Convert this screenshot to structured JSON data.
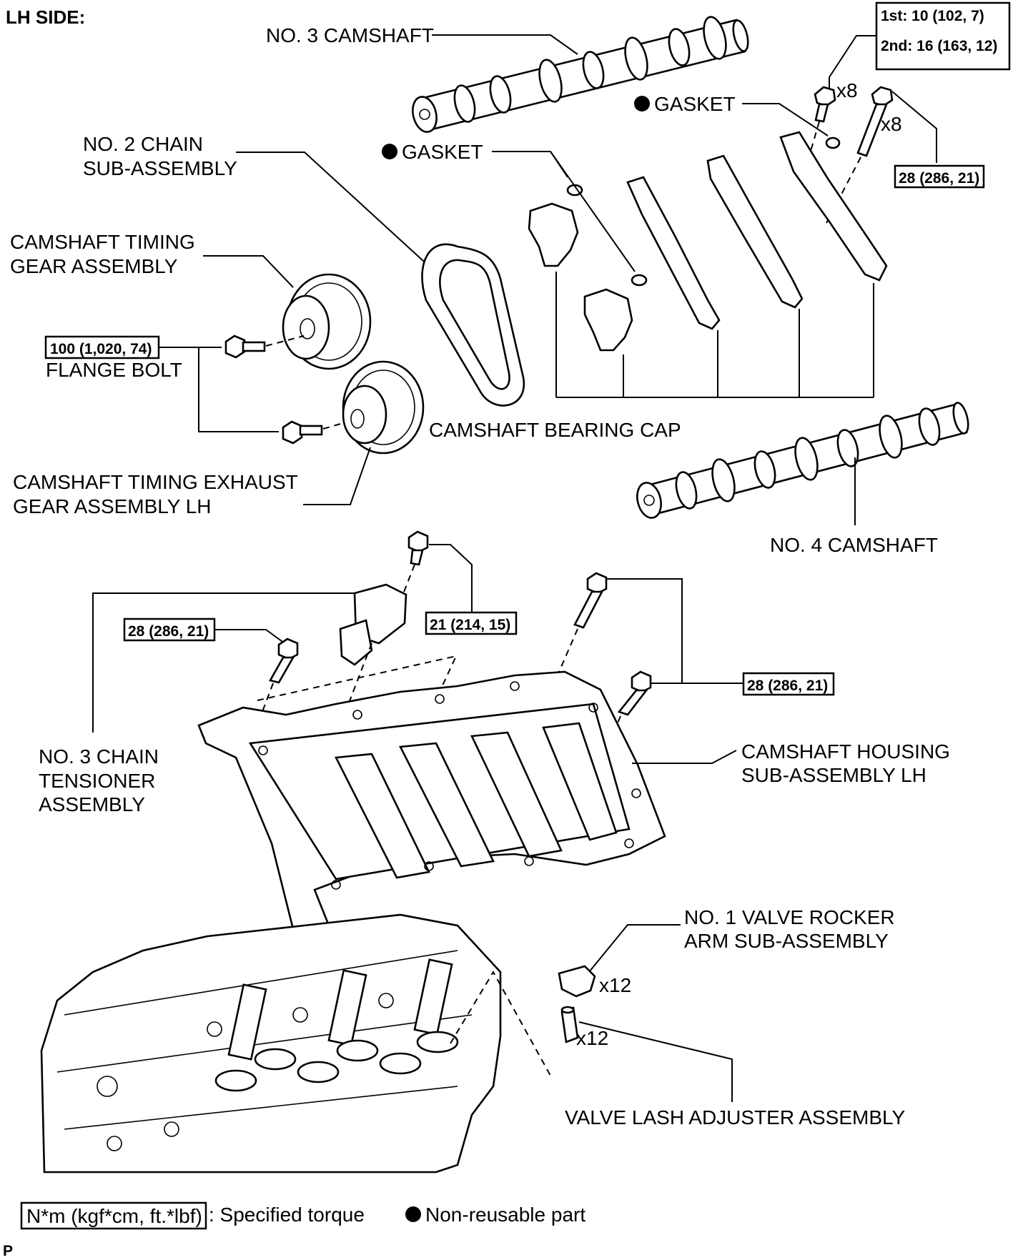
{
  "title": "LH SIDE:",
  "labels": {
    "no3_camshaft": "NO. 3 CAMSHAFT",
    "gasket_upper": "GASKET",
    "gasket_lower": "GASKET",
    "no2_chain_1": "NO. 2 CHAIN",
    "no2_chain_2": "SUB-ASSEMBLY",
    "timing_gear_1": "CAMSHAFT TIMING",
    "timing_gear_2": "GEAR ASSEMBLY",
    "flange_bolt": "FLANGE BOLT",
    "bearing_cap": "CAMSHAFT BEARING CAP",
    "exhaust_gear_1": "CAMSHAFT TIMING EXHAUST",
    "exhaust_gear_2": "GEAR ASSEMBLY LH",
    "no4_camshaft": "NO. 4 CAMSHAFT",
    "tensioner_1": "NO. 3 CHAIN",
    "tensioner_2": "TENSIONER",
    "tensioner_3": "ASSEMBLY",
    "housing_1": "CAMSHAFT HOUSING",
    "housing_2": "SUB-ASSEMBLY LH",
    "rocker_1": "NO. 1 VALVE ROCKER",
    "rocker_2": "ARM SUB-ASSEMBLY",
    "lash_adjuster": "VALVE LASH ADJUSTER ASSEMBLY"
  },
  "quantities": {
    "cap_bolts_a": "x8",
    "cap_bolts_b": "x8",
    "rocker_arms": "x12",
    "lash_adjusters": "x12"
  },
  "torques": {
    "cap_bolt_first": "1st: 10 (102, 7)",
    "cap_bolt_second": "2nd: 16 (163, 12)",
    "cap_bolt_b": "28 (286, 21)",
    "flange_bolt": "100 (1,020, 74)",
    "tensioner_bolt": "21 (214, 15)",
    "housing_bolt_left": "28 (286, 21)",
    "housing_bolt_right": "28 (286, 21)"
  },
  "legend": {
    "torque_unit": "N*m (kgf*cm, ft.*lbf)",
    "torque_desc": ": Specified torque",
    "nonreusable_desc": "Non-reusable part"
  },
  "footer_code": "P"
}
